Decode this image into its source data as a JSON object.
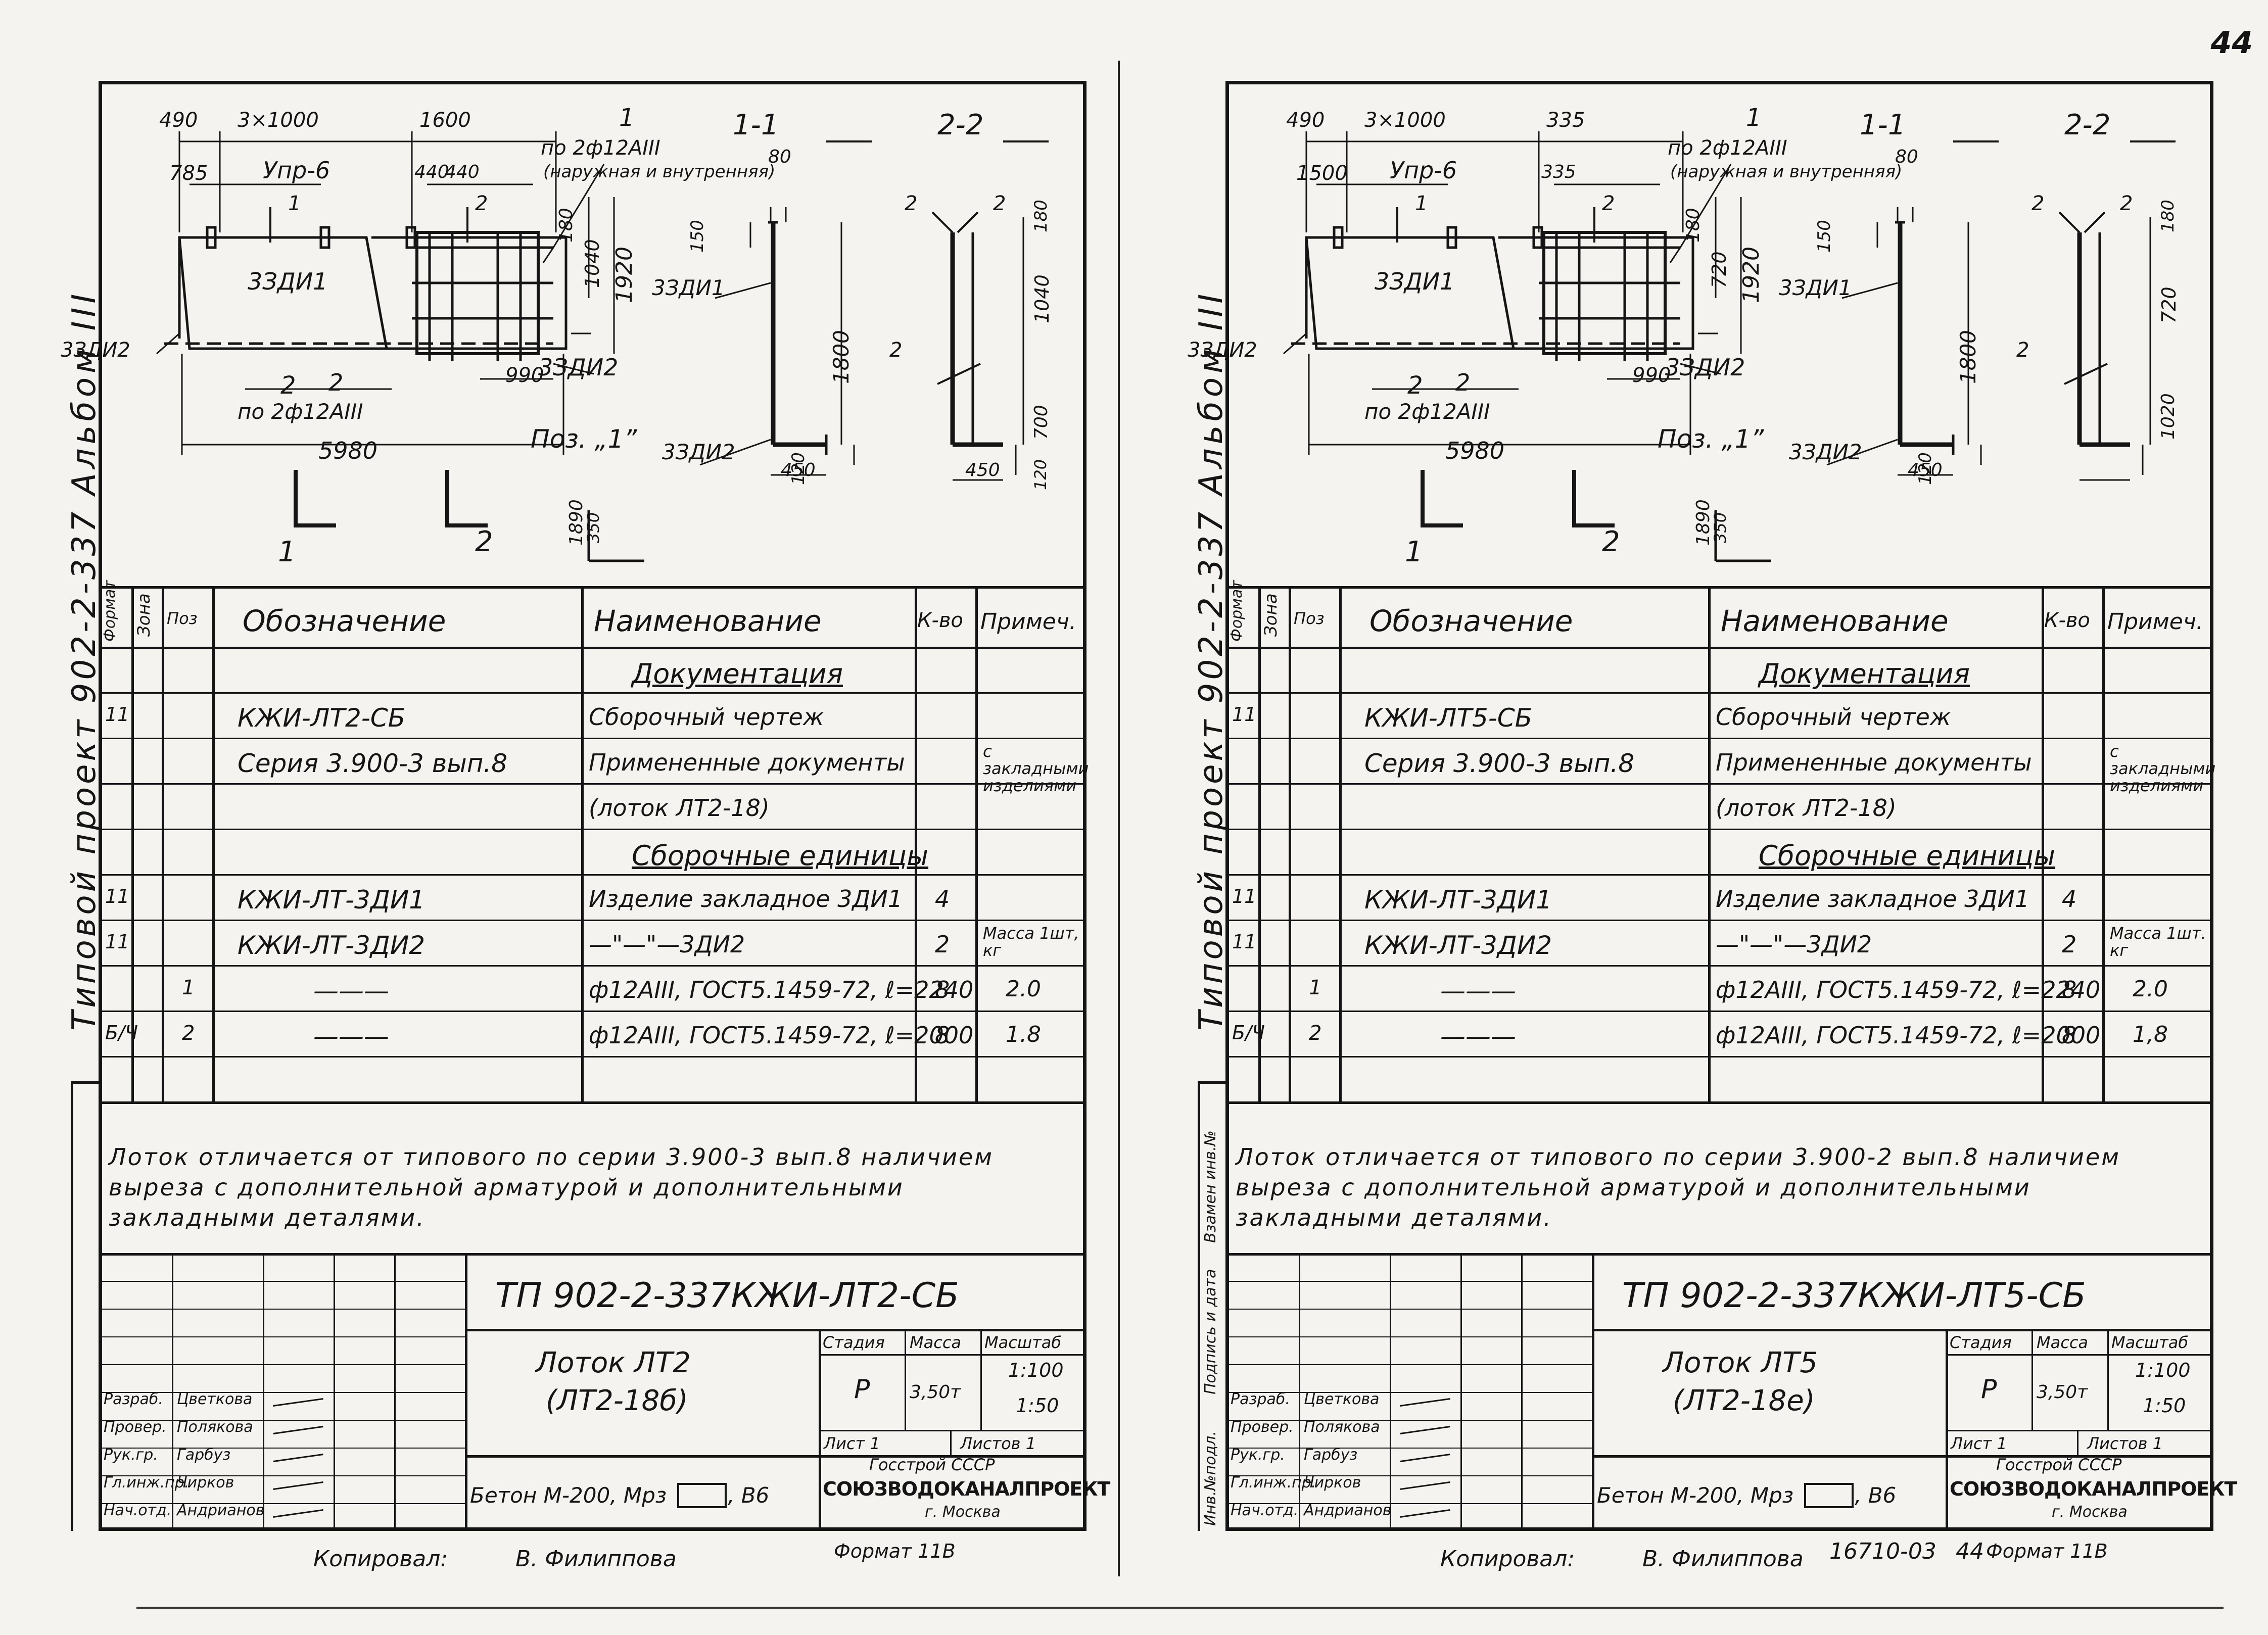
{
  "sheets": [
    {
      "side": "left",
      "album_vertical": "Альбом III",
      "project_vertical": "Типовой проект 902-2-337",
      "drawing": {
        "dims_top": [
          "490",
          "3×1000",
          "785",
          "1600",
          "440",
          "440"
        ],
        "labels": {
          "upr": "Упр-6",
          "zdu1": "3ЗДИ1",
          "zdu2": "3ЗДИ2",
          "zdu2_b": "3ЗДИ2",
          "num1": "1",
          "num2": "2",
          "mark1": "1",
          "mark2": "2",
          "rebar_top": "по 2ф12АIII",
          "rebar_top_note": "(наружная и внутренняя)",
          "rebar_bottom_num": "2",
          "rebar_bottom": "по 2ф12АIII",
          "length": "5980",
          "d990": "990",
          "d180": "180",
          "d1040": "1040",
          "d1920": "1920",
          "pos_note": "Поз. „1”",
          "pos_d1890": "1890",
          "pos_d350": "350",
          "sec1_title": "1-1",
          "sec2_title": "2-2",
          "s1_d80": "80",
          "s1_d150": "150",
          "s1_d1800": "1800",
          "s1_d450": "450",
          "s1_d120": "120",
          "s1_zdu1": "3ЗДИ1",
          "s1_zdu2": "3ЗДИ2",
          "s2_n2a": "2",
          "s2_n2b": "2",
          "s2_n2c": "2",
          "s2_d180": "180",
          "s2_d1040": "1040",
          "s2_d700": "700",
          "s2_d450": "450",
          "s2_d120": "120",
          "cut1": "1",
          "cut2": "2"
        }
      },
      "table": {
        "headers": {
          "format": "Формат",
          "zone": "Зона",
          "pos": "Поз",
          "designation": "Обозначение",
          "name": "Наименование",
          "qty": "К-во",
          "note": "Примеч."
        },
        "rows": [
          {
            "format": "",
            "pos": "",
            "designation": "",
            "name": "Документация",
            "qty": "",
            "note": ""
          },
          {
            "format": "11",
            "pos": "",
            "designation": "КЖИ-ЛТ2-СБ",
            "name": "Сборочный чертеж",
            "qty": "",
            "note": ""
          },
          {
            "format": "",
            "pos": "",
            "designation": "Серия 3.900-3 вып.8",
            "name": "Примененные документы",
            "qty": "",
            "note": "с закладными изделиями"
          },
          {
            "format": "",
            "pos": "",
            "designation": "",
            "name": "(лоток ЛТ2-18)",
            "qty": "",
            "note": ""
          },
          {
            "format": "",
            "pos": "",
            "designation": "",
            "name": "Сборочные единицы",
            "qty": "",
            "note": ""
          },
          {
            "format": "11",
            "pos": "",
            "designation": "КЖИ-ЛТ-3ДИ1",
            "name": "Изделие закладное 3ДИ1",
            "qty": "4",
            "note": ""
          },
          {
            "format": "11",
            "pos": "",
            "designation": "КЖИ-ЛТ-3ДИ2",
            "name": "—\"—\"—3ДИ2",
            "qty": "2",
            "note": "Масса 1шт, кг"
          },
          {
            "format": "",
            "pos": "1",
            "designation": "———",
            "name": "ф12АIII, ГОСТ5.1459-72, ℓ=2240",
            "qty": "8",
            "note": "2.0"
          },
          {
            "format": "Б/Ч",
            "pos": "2",
            "designation": "———",
            "name": "ф12АIII, ГОСТ5.1459-72, ℓ=2000",
            "qty": "8",
            "note": "1.8"
          }
        ]
      },
      "note_text": "Лоток отличается от типового по серии 3.900-3 вып.8 наличием выреза с дополнительной арматурой и дополнительными закладными деталями.",
      "title_block": {
        "code": "ТП 902-2-337КЖИ-ЛТ2-СБ",
        "name_line1": "Лоток ЛТ2",
        "name_line2": "(ЛТ2-18б)",
        "stage_label": "Стадия",
        "mass_label": "Масса",
        "scale_label": "Масштаб",
        "stage": "Р",
        "mass": "3,50т",
        "scale1": "1:100",
        "scale2": "1:50",
        "sheet": "Лист 1",
        "sheets": "Листов 1",
        "concrete": "Бетон М-200, Мрз",
        "concrete_tail": ", В6",
        "org1": "Госстрой СССР",
        "org2": "СОЮЗВОДОКАНАЛПРОЕКТ",
        "org3": "г. Москва",
        "roles": [
          {
            "role": "Разраб.",
            "name": "Цветкова"
          },
          {
            "role": "Провер.",
            "name": "Полякова"
          },
          {
            "role": "Рук.гр.",
            "name": "Гарбуз"
          },
          {
            "role": "Гл.инж.пр.",
            "name": "Чирков"
          },
          {
            "role": "Нач.отд.",
            "name": "Андрианов"
          }
        ]
      },
      "footer": {
        "copied": "Копировал:",
        "copier": "В. Филиппова",
        "format": "Формат 11В"
      }
    },
    {
      "side": "right",
      "album_vertical": "Альбом III",
      "project_vertical": "Типовой проект 902-2-337",
      "side_labels": [
        "Инв.№подл.",
        "Подпись и дата",
        "Взамен инв.№"
      ],
      "drawing": {
        "dims_top": [
          "490",
          "3×1000",
          "1500",
          "335",
          "335"
        ],
        "labels": {
          "upr": "Упр-6",
          "zdu1": "3ЗДИ1",
          "zdu2": "3ЗДИ2",
          "zdu2_b": "3ЗДИ2",
          "num1": "1",
          "num2": "2",
          "mark1": "1",
          "mark2": "2",
          "rebar_top": "по 2ф12АIII",
          "rebar_top_note": "(наружная и внутренняя)",
          "rebar_bottom_num": "2",
          "rebar_bottom": "по 2ф12АIII",
          "length": "5980",
          "d990": "990",
          "d180": "180",
          "d1040": "720",
          "d1920": "1920",
          "pos_note": "Поз. „1”",
          "pos_d1890": "1890",
          "pos_d350": "350",
          "sec1_title": "1-1",
          "sec2_title": "2-2",
          "s1_d80": "80",
          "s1_d150": "150",
          "s1_d1800": "1800",
          "s1_d450": "450",
          "s1_d120": "120",
          "s1_zdu1": "3ЗДИ1",
          "s1_zdu2": "3ЗДИ2",
          "s2_n2a": "2",
          "s2_n2b": "2",
          "s2_n2c": "2",
          "s2_d180": "180",
          "s2_d1040": "720",
          "s2_d700": "1020",
          "s2_d450": "",
          "s2_d120": "",
          "cut1": "1",
          "cut2": "2"
        }
      },
      "table": {
        "headers": {
          "format": "Формат",
          "zone": "Зона",
          "pos": "Поз",
          "designation": "Обозначение",
          "name": "Наименование",
          "qty": "К-во",
          "note": "Примеч."
        },
        "rows": [
          {
            "format": "",
            "pos": "",
            "designation": "",
            "name": "Документация",
            "qty": "",
            "note": ""
          },
          {
            "format": "11",
            "pos": "",
            "designation": "КЖИ-ЛТ5-СБ",
            "name": "Сборочный чертеж",
            "qty": "",
            "note": ""
          },
          {
            "format": "",
            "pos": "",
            "designation": "Серия 3.900-3 вып.8",
            "name": "Примененные документы",
            "qty": "",
            "note": "с закладными изделиями"
          },
          {
            "format": "",
            "pos": "",
            "designation": "",
            "name": "(лоток ЛТ2-18)",
            "qty": "",
            "note": ""
          },
          {
            "format": "",
            "pos": "",
            "designation": "",
            "name": "Сборочные единицы",
            "qty": "",
            "note": ""
          },
          {
            "format": "11",
            "pos": "",
            "designation": "КЖИ-ЛТ-3ДИ1",
            "name": "Изделие закладное 3ДИ1",
            "qty": "4",
            "note": ""
          },
          {
            "format": "11",
            "pos": "",
            "designation": "КЖИ-ЛТ-3ДИ2",
            "name": "—\"—\"—3ДИ2",
            "qty": "2",
            "note": "Масса 1шт. кг"
          },
          {
            "format": "",
            "pos": "1",
            "designation": "———",
            "name": "ф12АIII, ГОСТ5.1459-72, ℓ=2240",
            "qty": "8",
            "note": "2.0"
          },
          {
            "format": "Б/Ч",
            "pos": "2",
            "designation": "———",
            "name": "ф12АIII, ГОСТ5.1459-72, ℓ=2000",
            "qty": "8",
            "note": "1,8"
          }
        ]
      },
      "note_text": "Лоток отличается от типового по серии 3.900-2 вып.8 наличием выреза с дополнительной арматурой и дополнительными закладными деталями.",
      "title_block": {
        "code": "ТП 902-2-337КЖИ-ЛТ5-СБ",
        "name_line1": "Лоток ЛТ5",
        "name_line2": "(ЛТ2-18е)",
        "stage_label": "Стадия",
        "mass_label": "Масса",
        "scale_label": "Масштаб",
        "stage": "Р",
        "mass": "3,50т",
        "scale1": "1:100",
        "scale2": "1:50",
        "sheet": "Лист 1",
        "sheets": "Листов 1",
        "concrete": "Бетон М-200, Мрз",
        "concrete_tail": ", В6",
        "org1": "Госстрой СССР",
        "org2": "СОЮЗВОДОКАНАЛПРОЕКТ",
        "org3": "г. Москва",
        "roles": [
          {
            "role": "Разраб.",
            "name": "Цветкова"
          },
          {
            "role": "Провер.",
            "name": "Полякова"
          },
          {
            "role": "Рук.гр.",
            "name": "Гарбуз"
          },
          {
            "role": "Гл.инж.пр.",
            "name": "Чирков"
          },
          {
            "role": "Нач.отд.",
            "name": "Андрианов"
          }
        ]
      },
      "footer": {
        "copied": "Копировал:",
        "copier": "В. Филиппова",
        "number": "16710-03",
        "page": "44",
        "format": "Формат 11В"
      }
    }
  ],
  "corner_mark": "44"
}
